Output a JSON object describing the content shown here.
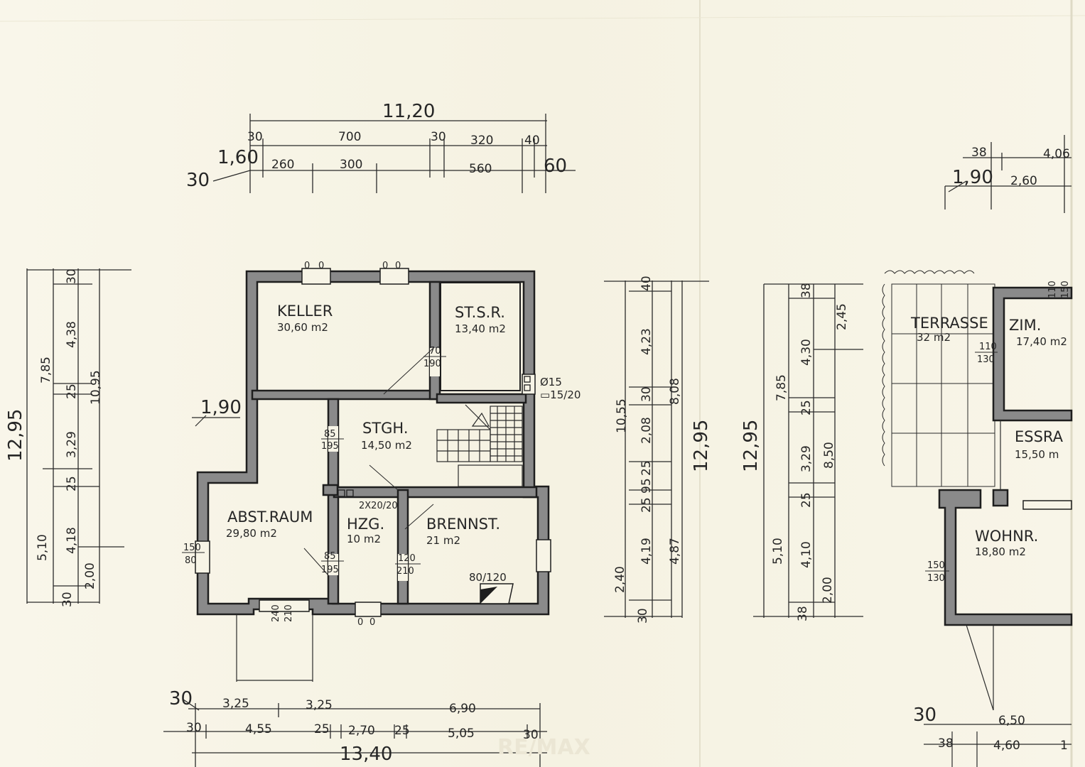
{
  "top_dims": {
    "total": "11,20",
    "row1": [
      "30",
      "700",
      "30",
      "320",
      "40"
    ],
    "row2": [
      "260",
      "300",
      "560"
    ],
    "left_a": "1,60",
    "left_b": "30",
    "right": "60"
  },
  "rooms": {
    "keller": {
      "name": "KELLER",
      "area": "30,60 m2"
    },
    "stsr": {
      "name": "ST.S.R.",
      "area": "13,40 m2"
    },
    "stgh": {
      "name": "STGH.",
      "area": "14,50 m2"
    },
    "abst": {
      "name": "ABST.RAUM",
      "area": "29,80 m2"
    },
    "hzg": {
      "name": "HZG.",
      "area": "10 m2"
    },
    "brennst": {
      "name": "BRENNST.",
      "area": "21 m2"
    }
  },
  "plan_labels": {
    "l190": "1,90",
    "door_85_195_a": [
      "85",
      "195"
    ],
    "door_85_195_b": [
      "85",
      "195"
    ],
    "door_70_190": [
      "70",
      "190"
    ],
    "door_150_80": [
      "150",
      "80"
    ],
    "door_120_210": [
      "120",
      "210"
    ],
    "door_240_210": [
      "240",
      "210"
    ],
    "hatch_80_120": "80/120",
    "chimney_a": "Ø15",
    "chimney_b": "▭15/20",
    "duct": "2X20/20",
    "win_00": [
      "0",
      "0"
    ]
  },
  "left_dims": {
    "outer": "12,95",
    "col1": [
      "7,85",
      "5,10"
    ],
    "col2": [
      "30",
      "4,38",
      "25",
      "3,29",
      "25",
      "4,18",
      "30"
    ],
    "col3": [
      "10,95",
      "2,00"
    ]
  },
  "mid_dims": {
    "outer": "12,95",
    "col1": [
      "10,55",
      "2,40"
    ],
    "col2": [
      "40",
      "4,23",
      "30",
      "2,08",
      "25",
      "95",
      "25",
      "4,19",
      "30"
    ],
    "col3": [
      "8,08",
      "4,87"
    ]
  },
  "right_dims": {
    "outer": "12,95",
    "col1": [
      "7,85",
      "5,10"
    ],
    "col2": [
      "38",
      "4,30",
      "25",
      "3,29",
      "25",
      "4,10",
      "38"
    ],
    "col3": [
      "2,45",
      "8,50",
      "2,00"
    ]
  },
  "bottom_dims": {
    "total": "13,40",
    "row1": [
      "30",
      "3,25",
      "3,25",
      "6,90"
    ],
    "row2": [
      "30",
      "4,55",
      "25",
      "2,70",
      "25",
      "5,05",
      "30"
    ]
  },
  "right_plan": {
    "top_total": "1,90",
    "top_row": [
      "38",
      "4,06",
      "2,60"
    ],
    "terrasse": {
      "name": "TERRASSE",
      "area": "32 m2"
    },
    "zim": {
      "name": "ZIM.",
      "area": "17,40 m2"
    },
    "essra": {
      "name": "ESSRA",
      "area": "15,50 m"
    },
    "wohnr": {
      "name": "WOHNR.",
      "area": "18,80 m2"
    },
    "door_110_130": [
      "110",
      "130"
    ],
    "door_150_130": [
      "150",
      "130"
    ],
    "win_110_150": [
      "110",
      "150"
    ],
    "bottom_row1": [
      "30",
      "6,50"
    ],
    "bottom_row2": [
      "38",
      "4,60",
      "1"
    ]
  },
  "watermark": "RE/MAX"
}
